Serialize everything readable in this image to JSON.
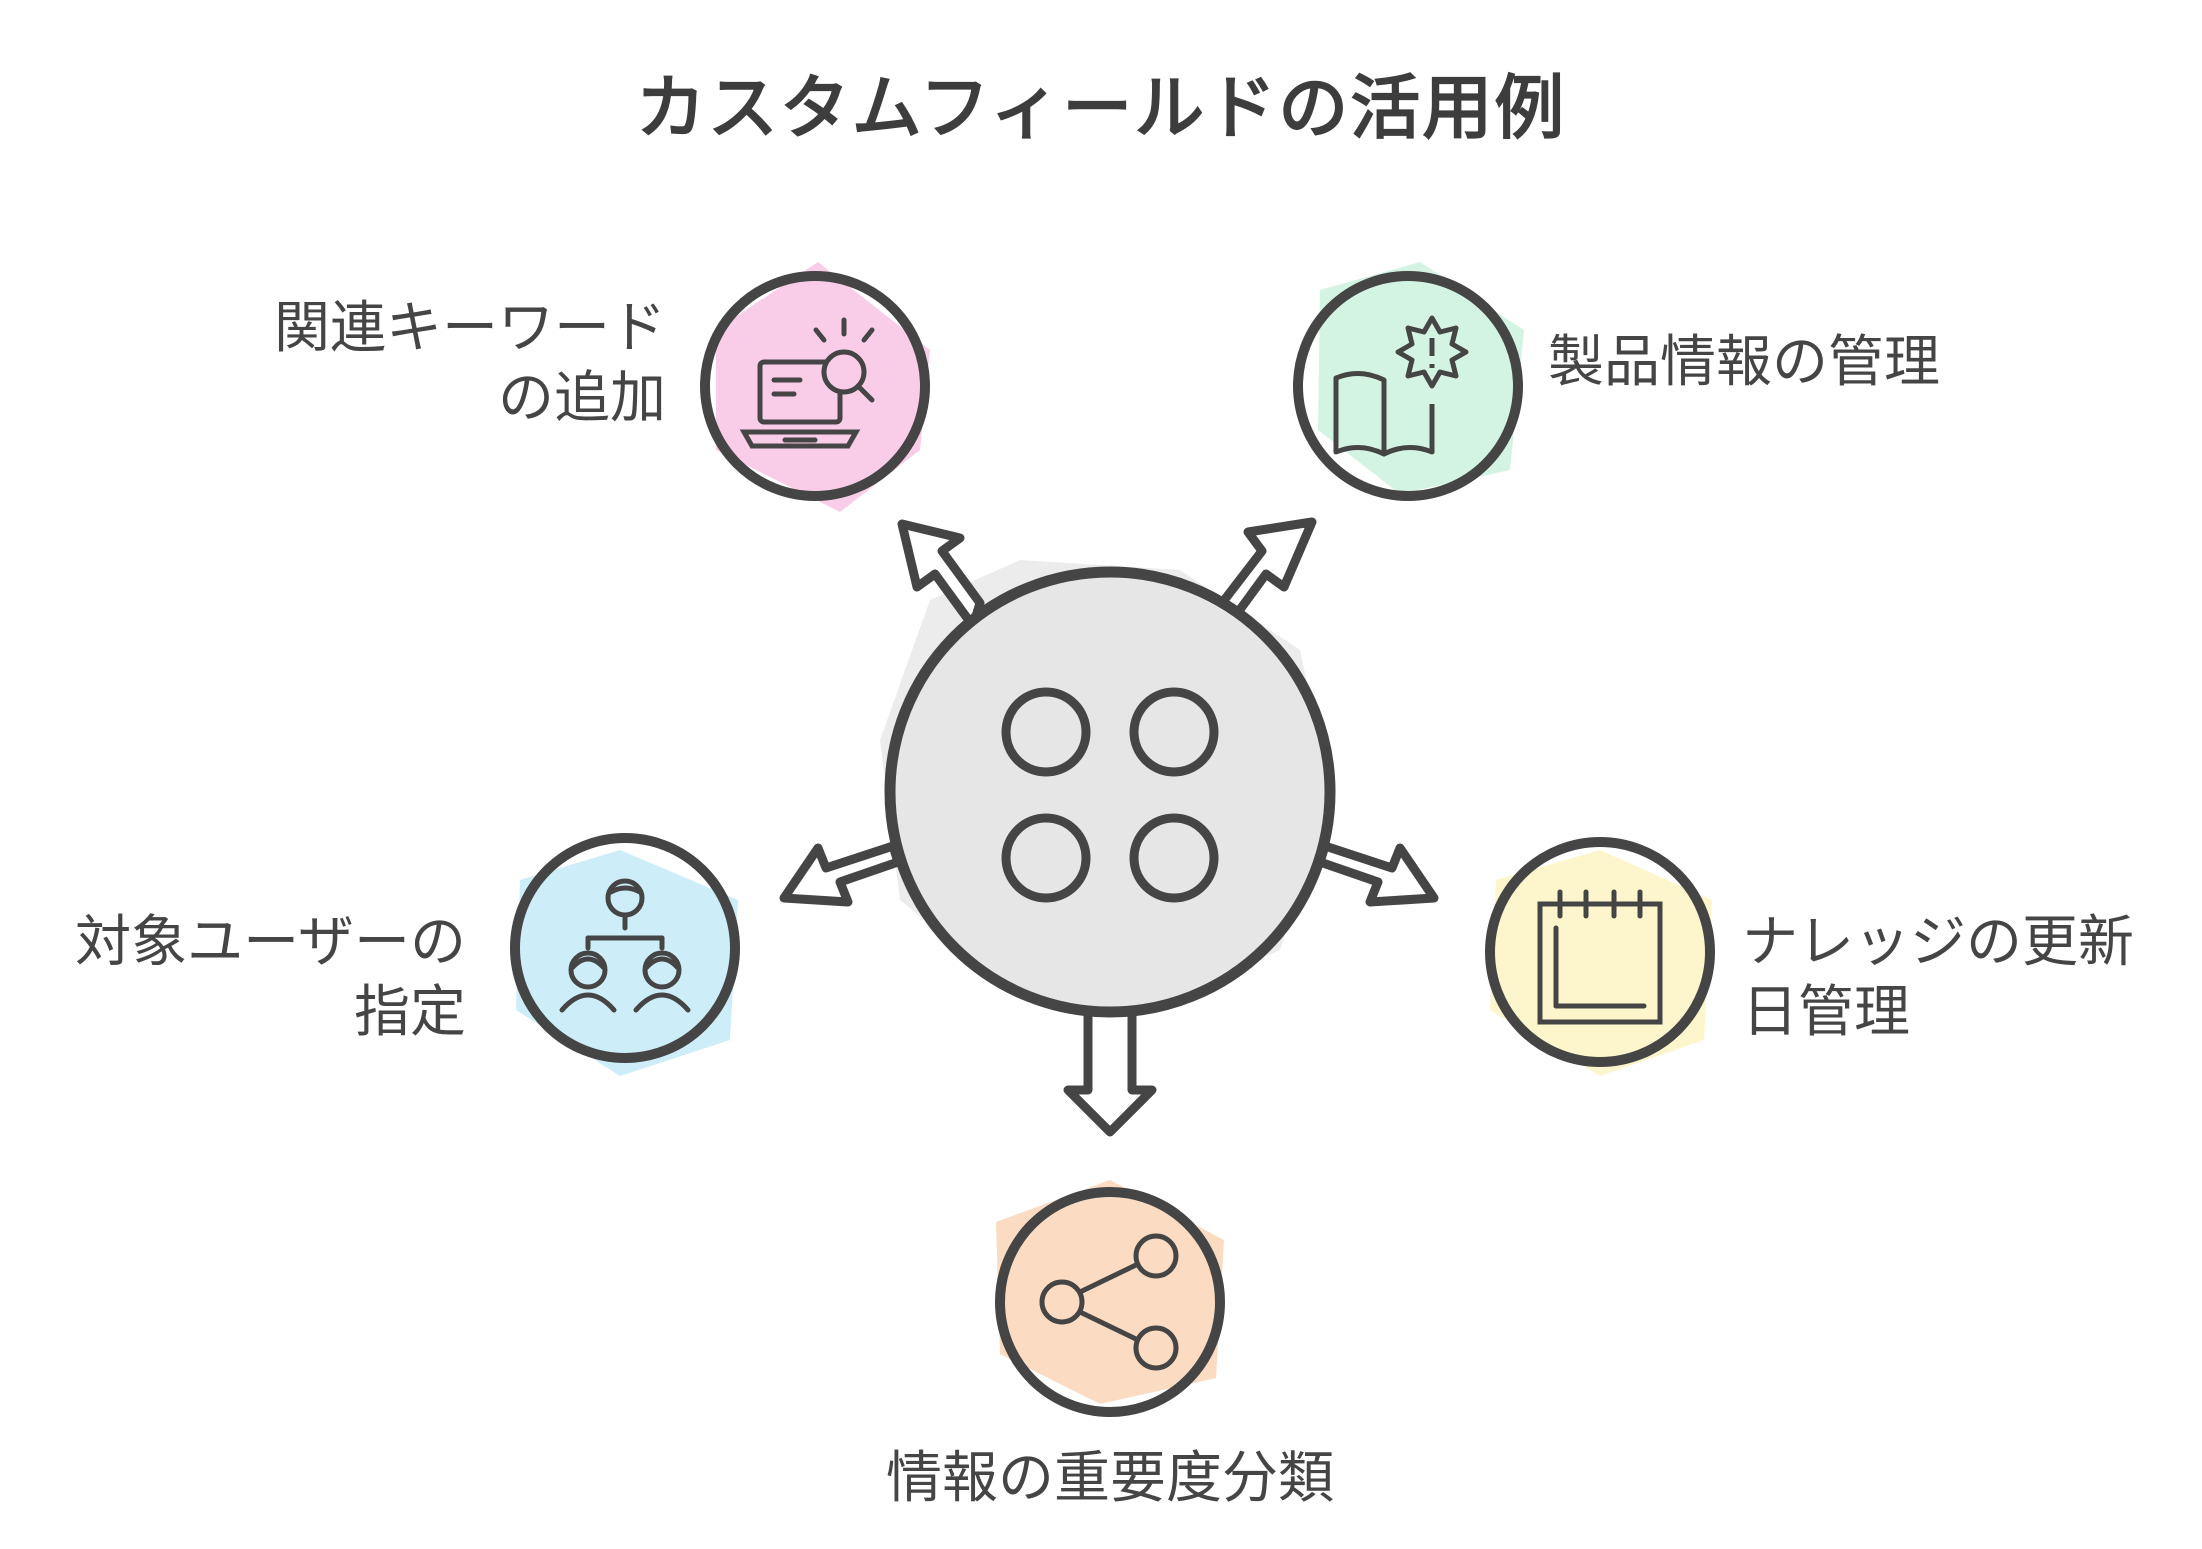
{
  "title": "カスタムフィールドの活用例",
  "hub": {
    "icon": "four-circles-icon",
    "color": "#e6e6e6"
  },
  "items": [
    {
      "label_lines": [
        "関連キーワード",
        "の追加"
      ],
      "icon": "laptop-search-icon",
      "color": "#f9cde8"
    },
    {
      "label_lines": [
        "製品情報の管理"
      ],
      "icon": "book-alert-icon",
      "color": "#d4f4e3"
    },
    {
      "label_lines": [
        "対象ユーザーの",
        "指定"
      ],
      "icon": "users-icon",
      "color": "#cdeef9"
    },
    {
      "label_lines": [
        "ナレッジの更新",
        "日管理"
      ],
      "icon": "calendar-icon",
      "color": "#fdf6cd"
    },
    {
      "label_lines": [
        "情報の重要度分類"
      ],
      "icon": "share-icon",
      "color": "#fbdcc3"
    }
  ],
  "stroke_color": "#454545"
}
